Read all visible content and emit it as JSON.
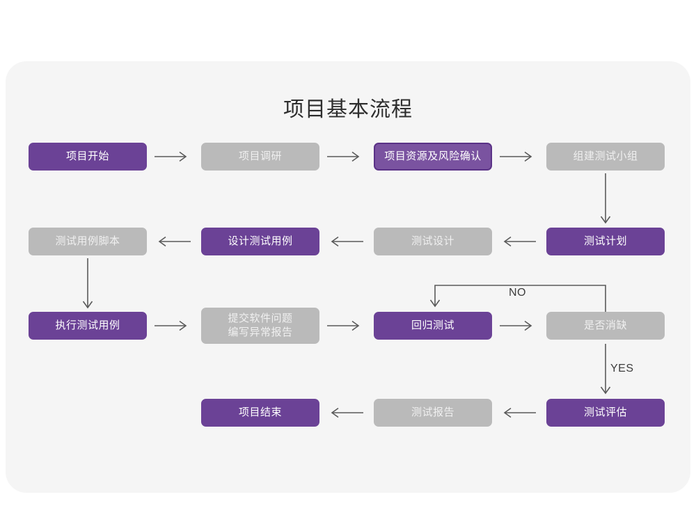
{
  "page": {
    "title": "项目基本流程",
    "card_background": "#f5f5f5",
    "canvas_background": "#ffffff"
  },
  "theme": {
    "purple": "#6b4296",
    "purple_outline_fill": "#7a53a0",
    "purple_outline_border": "#5b3287",
    "gray": "#bababa",
    "gray_text": "#f0f0f0",
    "arrow": "#5a5a5a",
    "title_color": "#2e2e2e"
  },
  "nodes": [
    {
      "id": "n1",
      "label": "项目开始",
      "style": "purple",
      "row": 1,
      "col": 1
    },
    {
      "id": "n2",
      "label": "项目调研",
      "style": "gray",
      "row": 1,
      "col": 2
    },
    {
      "id": "n3",
      "label": "项目资源及风险确认",
      "style": "purple-outline",
      "row": 1,
      "col": 3
    },
    {
      "id": "n4",
      "label": "组建测试小组",
      "style": "gray",
      "row": 1,
      "col": 4
    },
    {
      "id": "n5",
      "label": "测试用例脚本",
      "style": "gray",
      "row": 2,
      "col": 1
    },
    {
      "id": "n6",
      "label": "设计测试用例",
      "style": "purple",
      "row": 2,
      "col": 2
    },
    {
      "id": "n7",
      "label": "测试设计",
      "style": "gray",
      "row": 2,
      "col": 3
    },
    {
      "id": "n8",
      "label": "测试计划",
      "style": "purple",
      "row": 2,
      "col": 4
    },
    {
      "id": "n9",
      "label": "执行测试用例",
      "style": "purple",
      "row": 3,
      "col": 1
    },
    {
      "id": "n10",
      "label": "提交软件问题\n编写异常报告",
      "style": "gray",
      "row": 3,
      "col": 2
    },
    {
      "id": "n11",
      "label": "回归测试",
      "style": "purple",
      "row": 3,
      "col": 3
    },
    {
      "id": "n12",
      "label": "是否消缺",
      "style": "gray",
      "row": 3,
      "col": 4
    },
    {
      "id": "n13",
      "label": "项目结束",
      "style": "purple",
      "row": 4,
      "col": 2
    },
    {
      "id": "n14",
      "label": "测试报告",
      "style": "gray",
      "row": 4,
      "col": 3
    },
    {
      "id": "n15",
      "label": "测试评估",
      "style": "purple",
      "row": 4,
      "col": 4
    }
  ],
  "edge_labels": {
    "no": "NO",
    "yes": "YES"
  },
  "icons": {
    "arrow_right": "arrow-right-icon",
    "arrow_left": "arrow-left-icon",
    "arrow_down": "arrow-down-icon",
    "loop_back": "loop-back-arrow-icon"
  }
}
